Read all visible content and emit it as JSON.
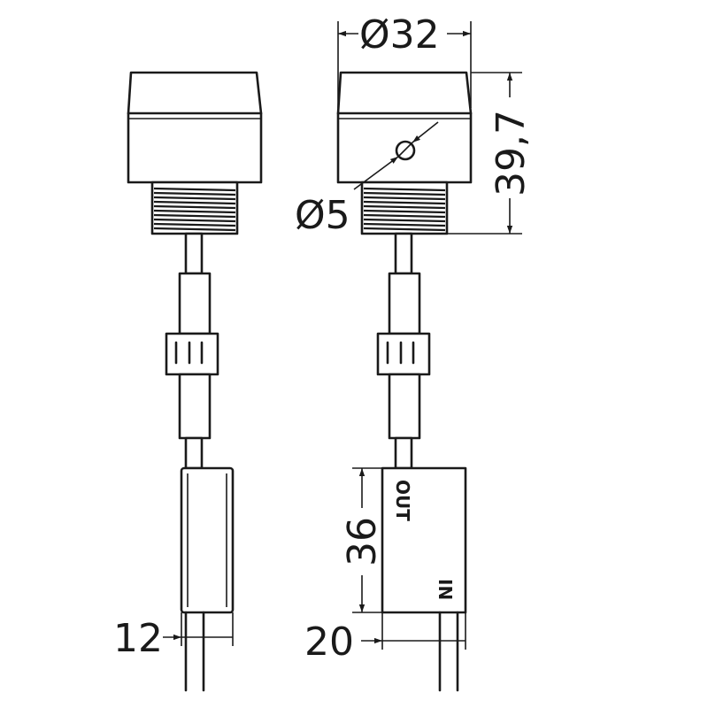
{
  "dimensions": {
    "diameter": "Ø32",
    "height": "39,7",
    "hole_diameter": "Ø5",
    "box_length": "36",
    "box_width_side": "12",
    "box_width_front": "20"
  },
  "box_labels": {
    "output": "OUT",
    "input": "IN"
  }
}
